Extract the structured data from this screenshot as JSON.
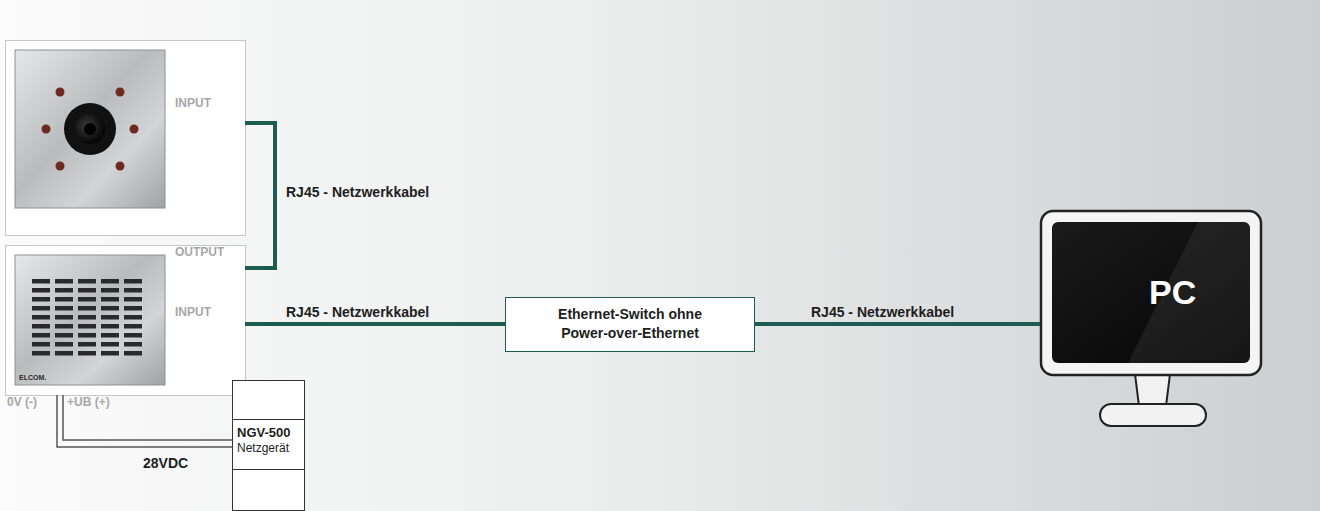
{
  "diagram": {
    "nodes": [
      {
        "text": [
          "INPUT"
        ]
      },
      {
        "text": [
          "OUTPUT",
          "INPUT",
          "ELCOM."
        ]
      },
      {
        "text": [
          "Ethernet-Switch ohne Power-over-Ethernet"
        ]
      },
      {
        "text": [
          "PC"
        ]
      },
      {
        "text": [
          "NGV-500",
          "Netzgerät"
        ]
      }
    ],
    "edges": [
      {
        "from": 0,
        "to": 1,
        "arrow": "none",
        "label": "RJ45 - Netzwerkkabel"
      },
      {
        "from": 1,
        "to": 2,
        "arrow": "none",
        "label": "RJ45 - Netzwerkkabel"
      },
      {
        "from": 2,
        "to": 3,
        "arrow": "none",
        "label": "RJ45 - Netzwerkkabel"
      },
      {
        "from": 1,
        "to": 4,
        "arrow": "none",
        "label": "28VDC"
      }
    ],
    "labels": [
      "0V (-)",
      "+UB (+)"
    ]
  }
}
